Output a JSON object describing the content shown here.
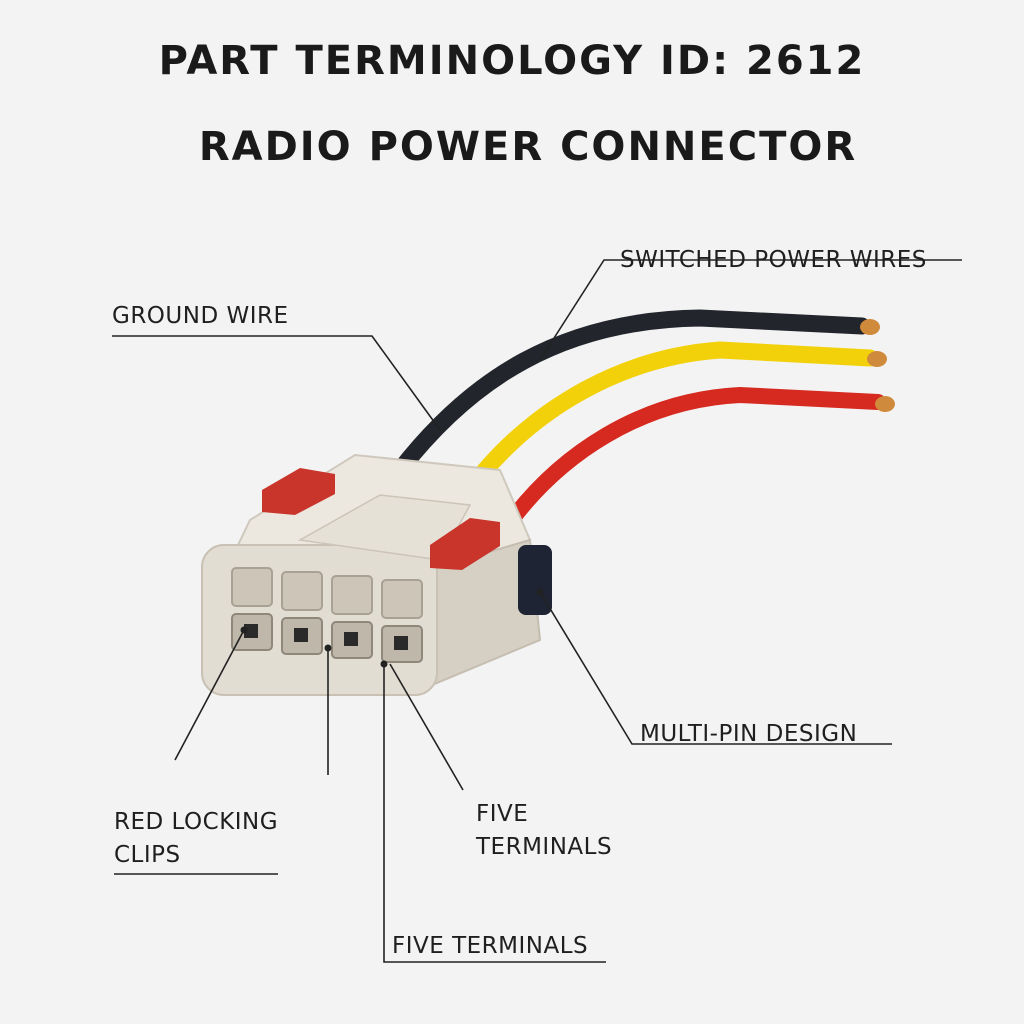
{
  "title": "PART TERMINOLOGY ID: 2612",
  "subtitle": "RADIO POWER CONNECTOR",
  "callouts": {
    "switched_power_wires": "SWITCHED POWER WIRES",
    "ground_wire": "GROUND WIRE",
    "multi_pin_design": "MULTI-PIN DESIGN",
    "red_locking_clips_line1": "RED LOCKING",
    "red_locking_clips_line2": "CLIPS",
    "five_terminals_a_line1": "FIVE",
    "five_terminals_a_line2": "TERMINALS",
    "five_terminals_b": "FIVE TERMINALS"
  },
  "colors": {
    "background": "#f3f3f3",
    "housing": "#e2ddd3",
    "clip_red": "#c9342b",
    "wire_black": "#23252c",
    "wire_yellow": "#f2d10a",
    "wire_red": "#d6291f",
    "pin_copper": "#d08a3c"
  }
}
